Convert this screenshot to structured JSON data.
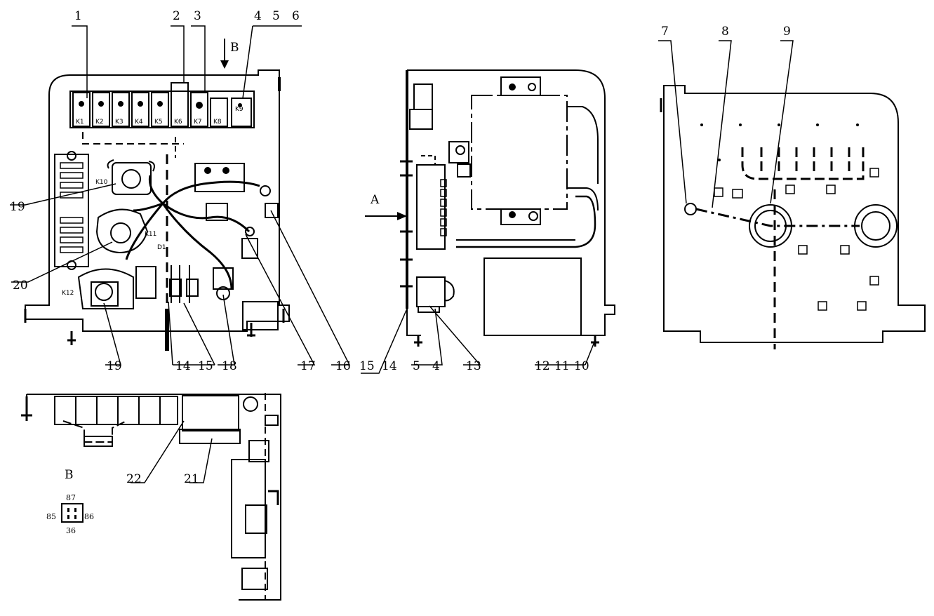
{
  "drawing": {
    "front_view": {
      "fuse_labels": [
        "K1",
        "K2",
        "K3",
        "K4",
        "K5",
        "K6",
        "K7",
        "K8",
        "K9"
      ],
      "relay_labels": [
        "K10",
        "K11",
        "K12",
        "D1"
      ]
    },
    "view_markers": {
      "b_arrow": "B",
      "a_arrow": "A",
      "b_detail_title": "B"
    },
    "connector_pins": {
      "top": "87",
      "left": "85",
      "right": "86",
      "bottom": "36"
    },
    "callouts": {
      "c1": "1",
      "c2": "2",
      "c3": "3",
      "c4": "4",
      "c5": "5",
      "c6": "6",
      "c7": "7",
      "c8": "8",
      "c9": "9",
      "c19a": "19",
      "c20": "20",
      "c19b": "19",
      "c14a": "14",
      "c15a": "15",
      "c18": "18",
      "c17": "17",
      "c16": "16",
      "c15b": "15",
      "c14b": "14",
      "c5b": "5",
      "c4b": "4",
      "c13": "13",
      "c12": "12",
      "c11": "11",
      "c10": "10",
      "c22": "22",
      "c21": "21"
    }
  }
}
